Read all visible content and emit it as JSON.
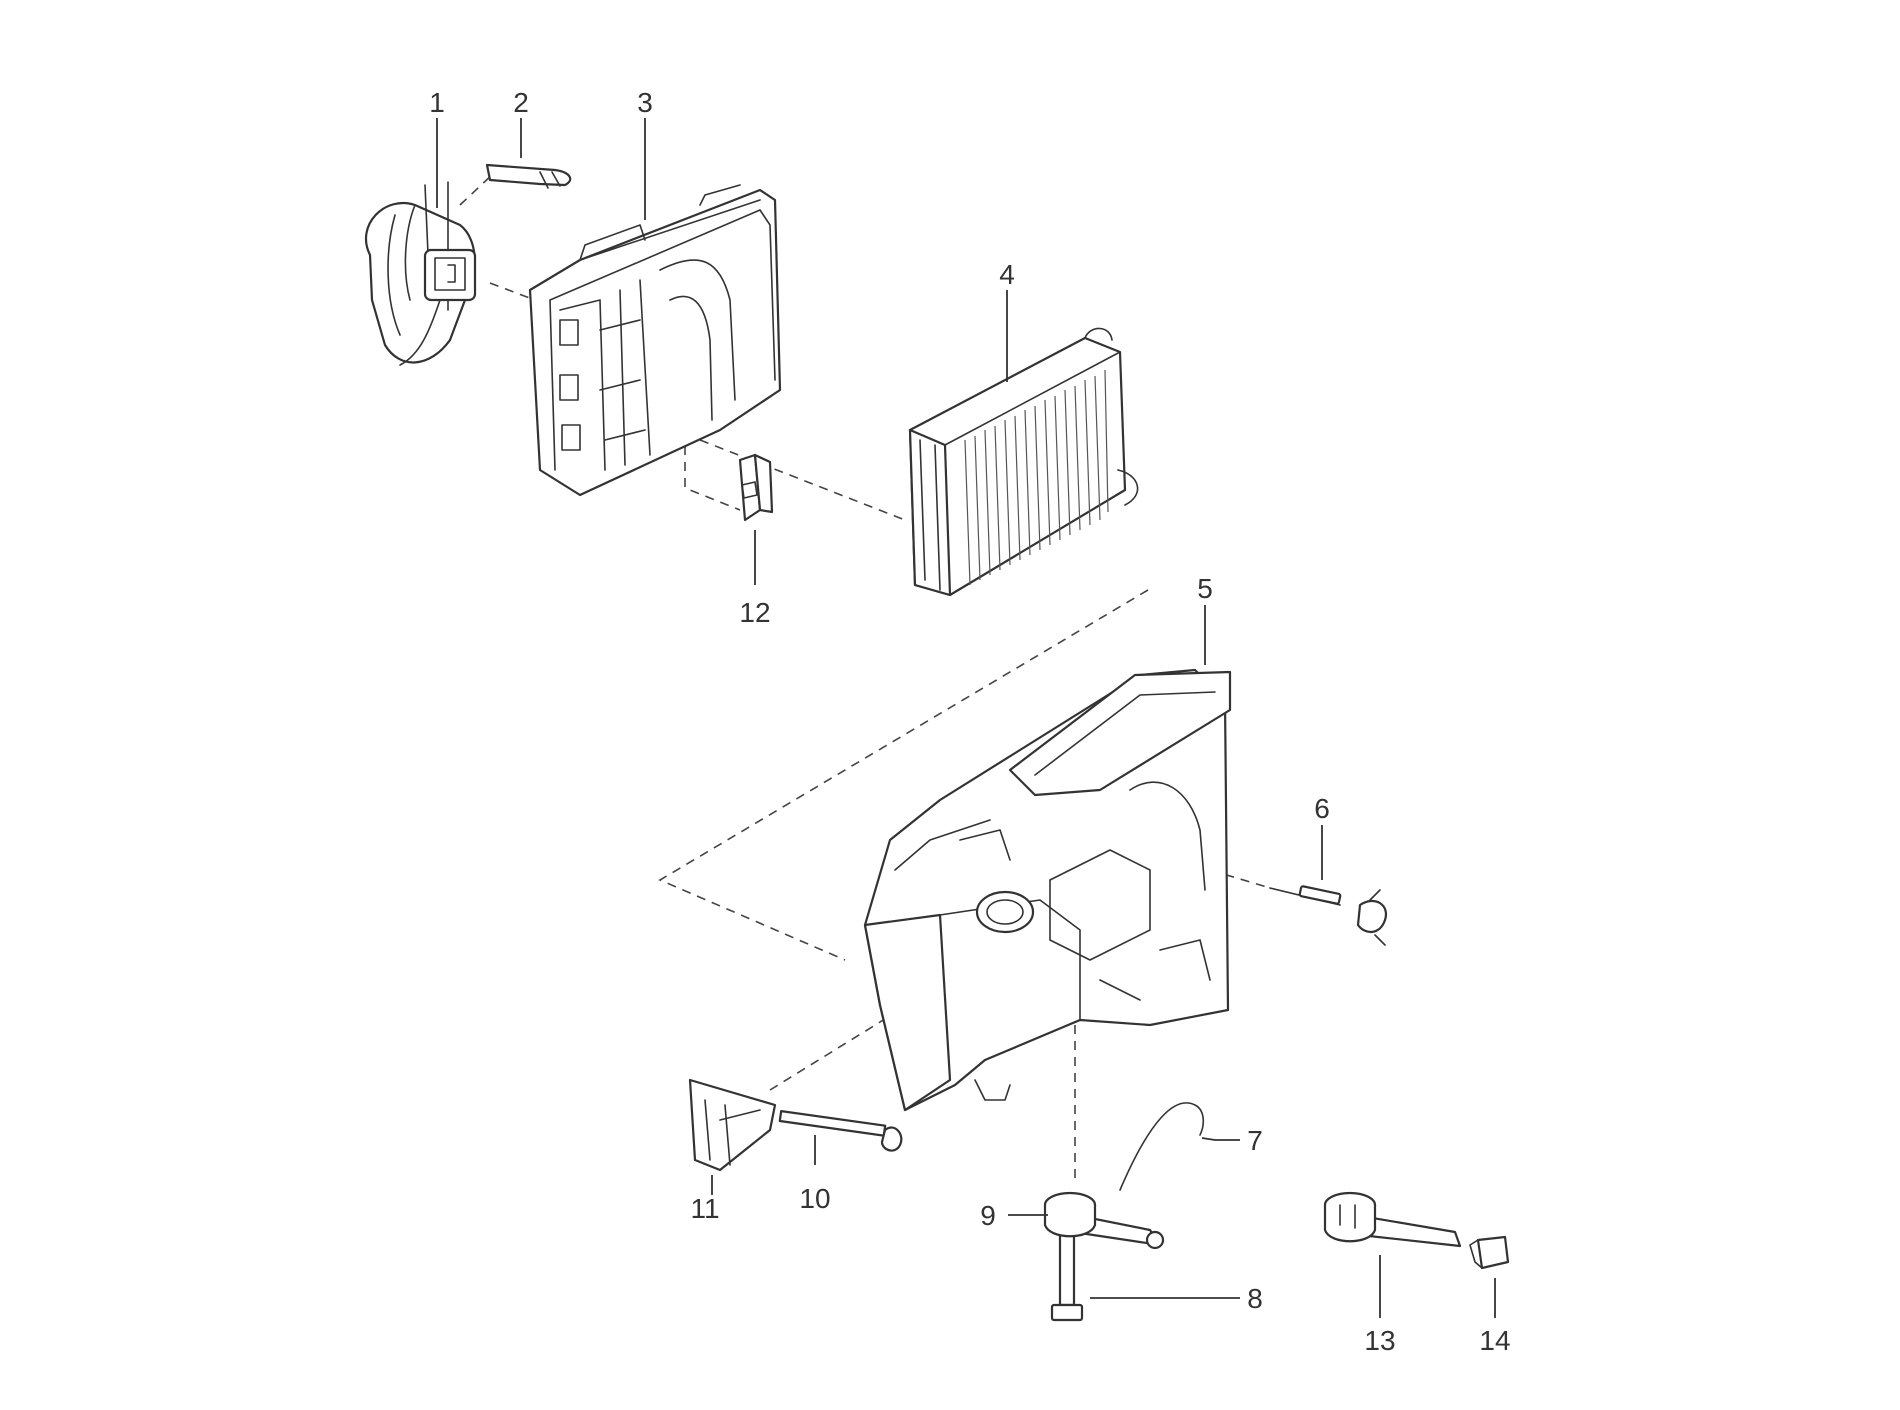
{
  "callouts": [
    {
      "id": "1",
      "label": "1"
    },
    {
      "id": "2",
      "label": "2"
    },
    {
      "id": "3",
      "label": "3"
    },
    {
      "id": "4",
      "label": "4"
    },
    {
      "id": "5",
      "label": "5"
    },
    {
      "id": "6",
      "label": "6"
    },
    {
      "id": "7",
      "label": "7"
    },
    {
      "id": "8",
      "label": "8"
    },
    {
      "id": "9",
      "label": "9"
    },
    {
      "id": "10",
      "label": "10"
    },
    {
      "id": "11",
      "label": "11"
    },
    {
      "id": "12",
      "label": "12"
    },
    {
      "id": "13",
      "label": "13"
    },
    {
      "id": "14",
      "label": "14"
    }
  ],
  "colors": {
    "line": "#333333",
    "background": "#ffffff"
  }
}
